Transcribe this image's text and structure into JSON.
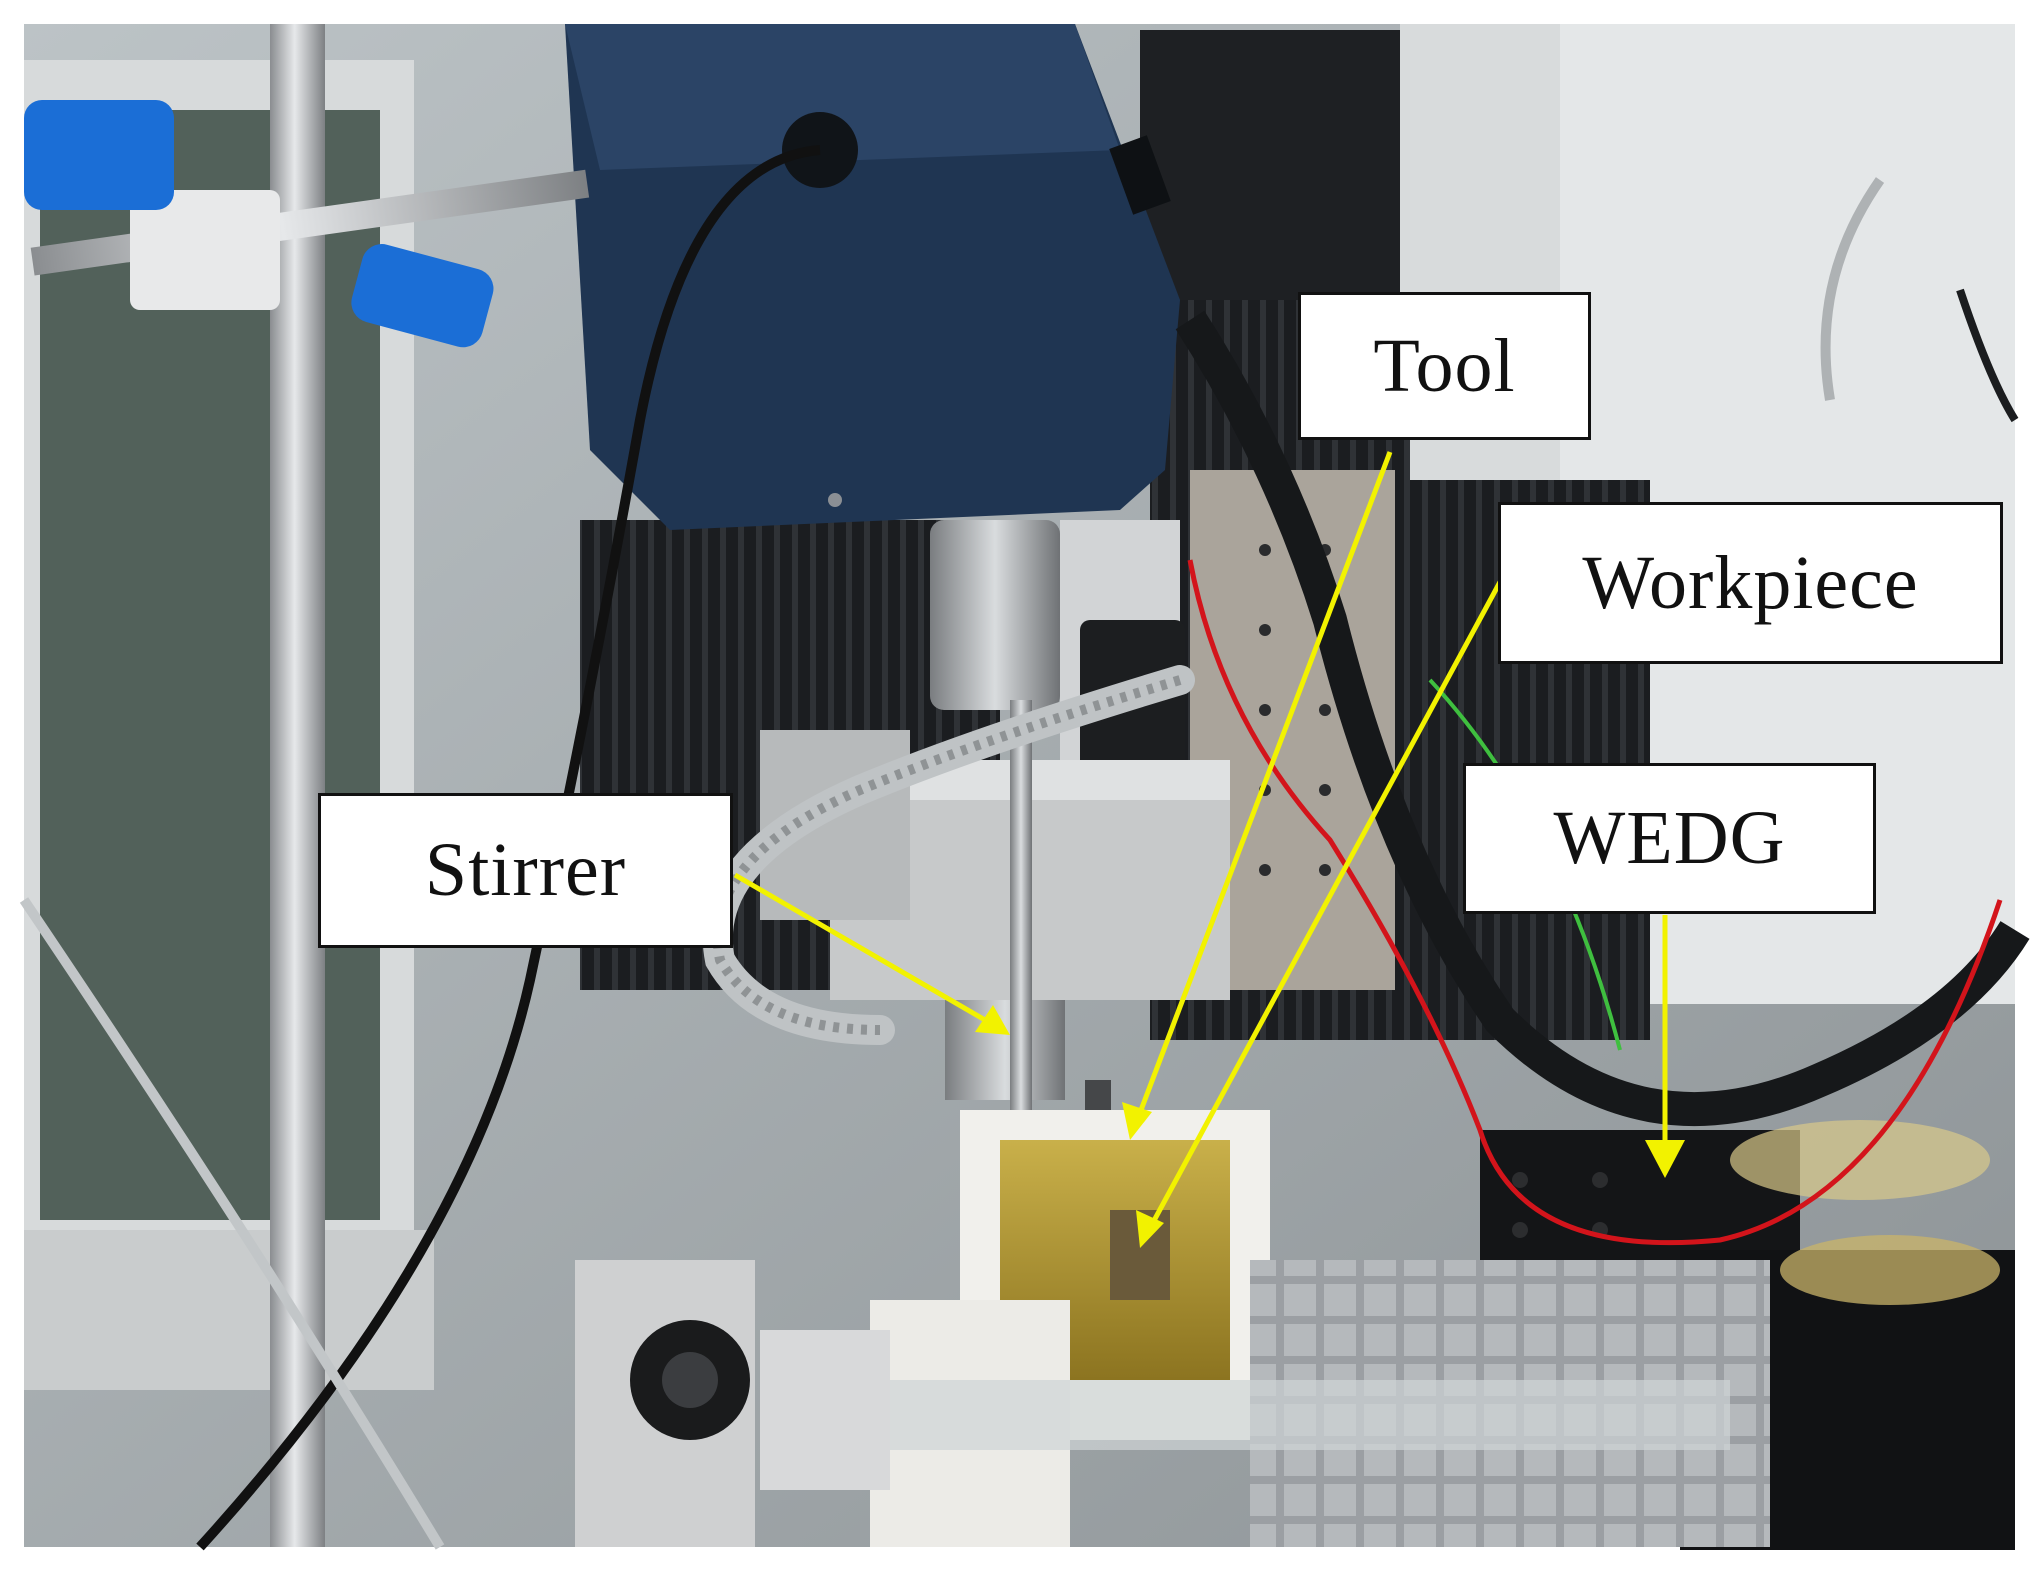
{
  "labels": {
    "tool": "Tool",
    "workpiece": "Workpiece",
    "wedg": "WEDG",
    "stirrer": "Stirrer"
  },
  "colors": {
    "arrow": "#f2f200",
    "callout_border": "#111111",
    "callout_fill": "#ffffff"
  }
}
